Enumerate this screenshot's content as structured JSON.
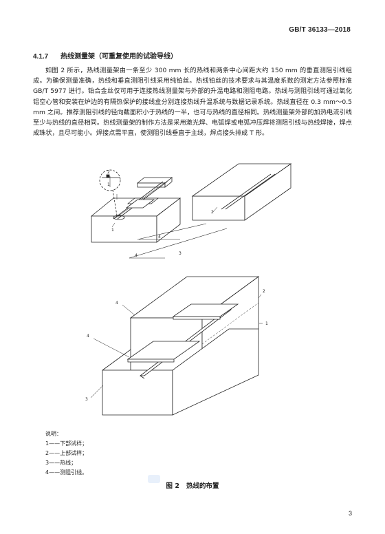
{
  "header": {
    "standard_code": "GB/T 36133—2018"
  },
  "section": {
    "number": "4.1.7",
    "title": "热线测量架（可重复使用的试验导线）"
  },
  "paragraph": "如图 2 所示，热线测量架由一条至少 300 mm 长的热线和两条中心间距大约 150 mm 的垂直测阻引线组成。为确保测量准确，热线和垂直测阻引线采用纯铂丝。热线铂丝的技术要求与其温度系数的测定方法参照标准 GB/T 5977 进行。铂合金丝仅可用于连接热线测量架与外部的升温电路和测阻电路。热线与测阻引线可通过氧化铝空心管和安装在炉边的有隔热保护的接线盒分别连接热线升温系统与数据记录系统。热线直径在 0.3 mm～0.5 mm 之间。推荐测阻引线的径向截面积小于热线的一半，也可与热线的直径相同。热线测量架外部的加热电流引线至少与热线的直径相同。热线测量架的制作方法是采用激光焊、电弧焊或电弧冲压焊将测阻引线与热线焊接，焊点成珠状，且尽可能小。焊接点需平直，使测阻引线垂直于主线，焊点接头排成 T 形。",
  "figure": {
    "labels": {
      "lower_specimen": "1",
      "upper_specimen": "2",
      "hot_wire": "3",
      "resistance_lead": "4"
    },
    "notes_title": "说明：",
    "notes": [
      "1——下部试样；",
      "2——上部试样；",
      "3——热线；",
      "4——测阻引线。"
    ],
    "caption_number": "图 2",
    "caption_title": "热线的布置"
  },
  "page_number": "3"
}
